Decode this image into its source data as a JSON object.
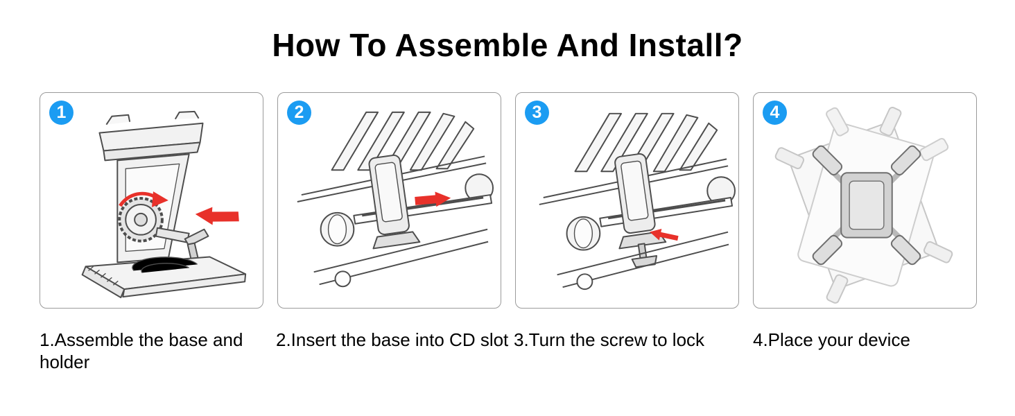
{
  "page": {
    "title": "How To Assemble And Install?"
  },
  "colors": {
    "badge_blue": "#1b9cf2",
    "arrow_red": "#e8312a",
    "line_gray": "#4d4d4d",
    "panel_border": "#9a9a9a"
  },
  "steps": [
    {
      "number": "1",
      "caption": "1.Assemble the base and holder",
      "illustration": "assemble-base-and-holder"
    },
    {
      "number": "2",
      "caption": "2.Insert the base into CD slot",
      "illustration": "insert-base-into-cd-slot"
    },
    {
      "number": "3",
      "caption": "3.Turn the screw to lock",
      "illustration": "turn-screw-to-lock"
    },
    {
      "number": "4",
      "caption": "4.Place your device",
      "illustration": "place-your-device"
    }
  ]
}
